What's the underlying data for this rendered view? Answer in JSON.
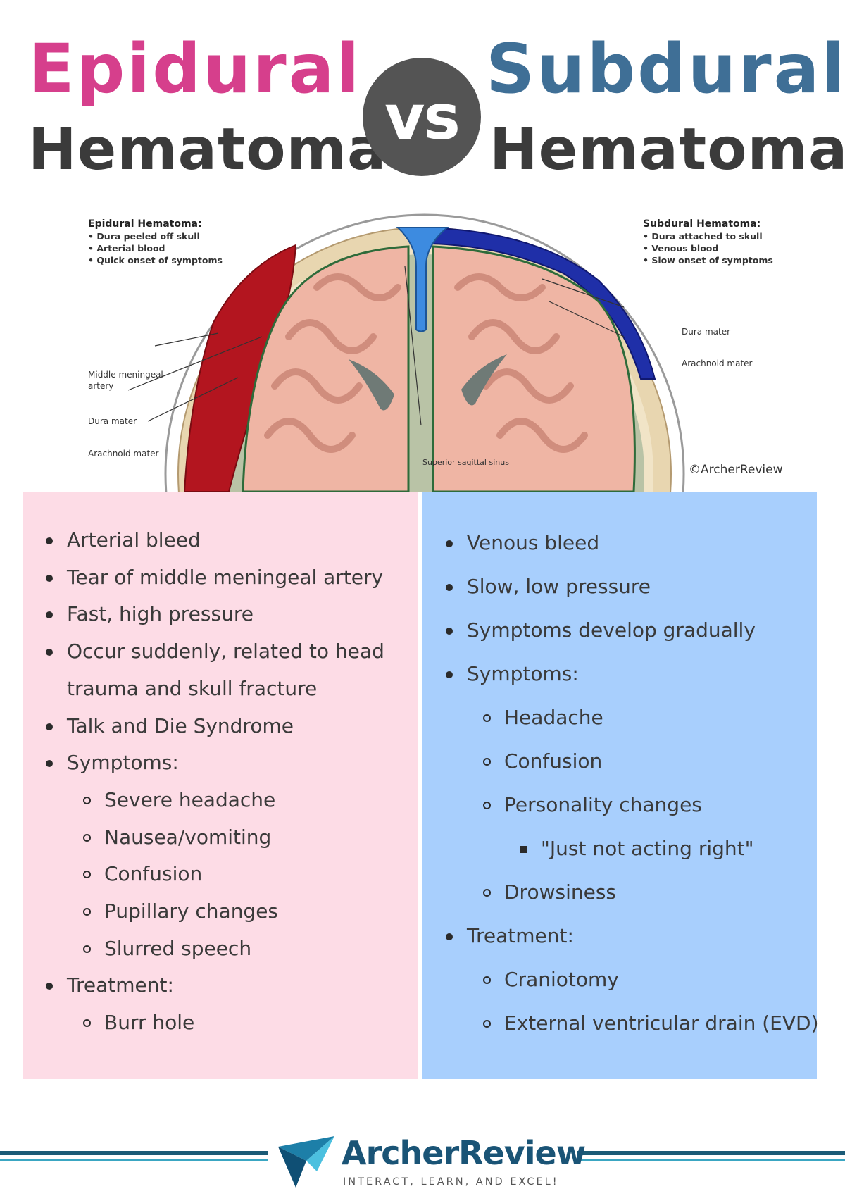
{
  "header": {
    "left_title": "Epidural",
    "left_subtitle": "Hematoma",
    "vs": "vs",
    "right_title": "Subdural",
    "right_subtitle": "Hematoma"
  },
  "diagram": {
    "epidural_heading": "Epidural Hematoma:",
    "epidural_points": [
      "• Dura peeled off skull",
      "• Arterial blood",
      "• Quick onset of symptoms"
    ],
    "subdural_heading": "Subdural Hematoma:",
    "subdural_points": [
      "• Dura attached to skull",
      "• Venous blood",
      "• Slow onset of symptoms"
    ],
    "label_middle_meningeal": "Middle meningeal",
    "label_artery": "artery",
    "label_dura_left": "Dura mater",
    "label_arachnoid_left": "Arachnoid mater",
    "label_dura_right": "Dura mater",
    "label_arachnoid_right": "Arachnoid mater",
    "label_sinus": "Superior sagittal sinus",
    "copyright": "©ArcherReview"
  },
  "epidural_list": [
    {
      "level": 1,
      "text": "Arterial bleed"
    },
    {
      "level": 1,
      "text": "Tear of middle meningeal artery"
    },
    {
      "level": 1,
      "text": "Fast, high pressure"
    },
    {
      "level": 1,
      "text": "Occur suddenly, related to head"
    },
    {
      "level": 0,
      "text": "trauma and skull fracture"
    },
    {
      "level": 1,
      "text": "Talk and Die Syndrome"
    },
    {
      "level": 1,
      "text": "Symptoms:"
    },
    {
      "level": 2,
      "text": "Severe headache"
    },
    {
      "level": 2,
      "text": "Nausea/vomiting"
    },
    {
      "level": 2,
      "text": "Confusion"
    },
    {
      "level": 2,
      "text": "Pupillary changes"
    },
    {
      "level": 2,
      "text": "Slurred speech"
    },
    {
      "level": 1,
      "text": "Treatment:"
    },
    {
      "level": 2,
      "text": "Burr hole"
    }
  ],
  "subdural_list": [
    {
      "level": 1,
      "text": "Venous bleed"
    },
    {
      "level": 1,
      "text": "Slow, low pressure"
    },
    {
      "level": 1,
      "text": "Symptoms develop gradually"
    },
    {
      "level": 1,
      "text": "Symptoms:"
    },
    {
      "level": 2,
      "text": "Headache"
    },
    {
      "level": 2,
      "text": "Confusion"
    },
    {
      "level": 2,
      "text": "Personality changes"
    },
    {
      "level": 3,
      "text": "\"Just not acting right\""
    },
    {
      "level": 2,
      "text": "Drowsiness"
    },
    {
      "level": 1,
      "text": "Treatment:"
    },
    {
      "level": 2,
      "text": "Craniotomy"
    },
    {
      "level": 2,
      "text": "External ventricular drain (EVD)"
    }
  ],
  "footer": {
    "brand": "ArcherReview",
    "tagline": "INTERACT, LEARN, AND EXCEL!"
  },
  "colors": {
    "epidural_title": "#d63f8c",
    "subdural_title": "#3f6f96",
    "epidural_panel": "#fddce6",
    "subdural_panel": "#a8cffd",
    "epidural_blood": "#b3151f",
    "subdural_blood": "#1f2fa8"
  }
}
